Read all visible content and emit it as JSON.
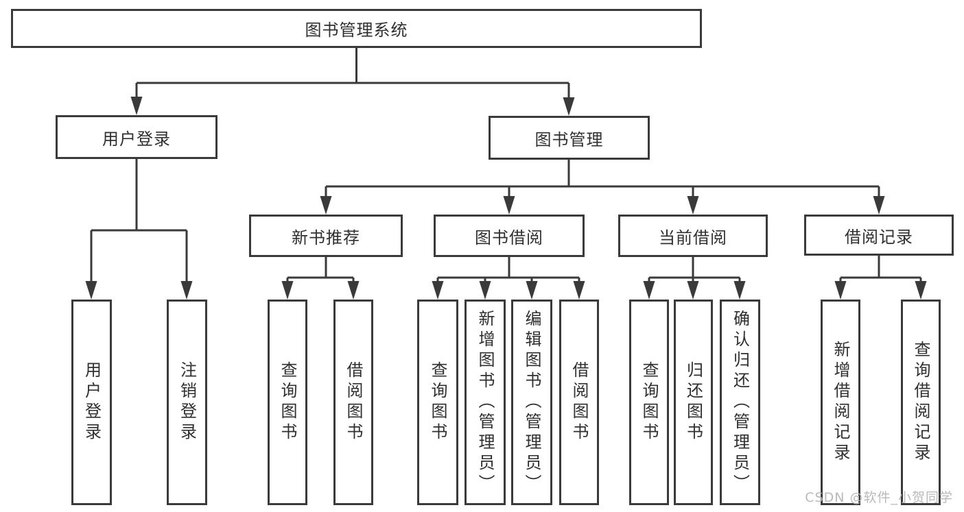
{
  "diagram": {
    "type": "hierarchy-tree",
    "colors": {
      "line": "#3a3a3a",
      "text": "#2f2f2f",
      "background": "#ffffff",
      "watermark": "#b9b9b9"
    },
    "tree": {
      "label": "图书管理系统",
      "children": [
        {
          "label": "用户登录",
          "children": [
            {
              "label": "用户登录"
            },
            {
              "label": "注销登录"
            }
          ]
        },
        {
          "label": "图书管理",
          "children": [
            {
              "label": "新书推荐",
              "children": [
                {
                  "label": "查询图书"
                },
                {
                  "label": "借阅图书"
                }
              ]
            },
            {
              "label": "图书借阅",
              "children": [
                {
                  "label": "查询图书"
                },
                {
                  "label": "新增图书（管理员）"
                },
                {
                  "label": "编辑图书（管理员）"
                },
                {
                  "label": "借阅图书"
                }
              ]
            },
            {
              "label": "当前借阅",
              "children": [
                {
                  "label": "查询图书"
                },
                {
                  "label": "归还图书"
                },
                {
                  "label": "确认归还（管理员）"
                }
              ]
            },
            {
              "label": "借阅记录",
              "children": [
                {
                  "label": "新增借阅记录"
                },
                {
                  "label": "查询借阅记录"
                }
              ]
            }
          ]
        }
      ]
    },
    "watermark": "CSDN @软件_小贺同学"
  }
}
